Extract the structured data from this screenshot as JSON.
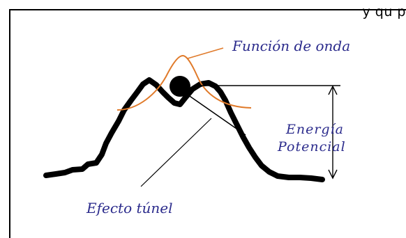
{
  "top_fragment": "y qu p",
  "labels": {
    "wave_function": "Función de onda",
    "potential_energy_line1": "Energía",
    "potential_energy_line2": "Potencial",
    "tunnel_effect": "Efecto túnel"
  },
  "colors": {
    "frame": "#000000",
    "barrier": "#000000",
    "wave": "#e07a2a",
    "label_text": "#2b2b8c",
    "particle": "#000000"
  }
}
